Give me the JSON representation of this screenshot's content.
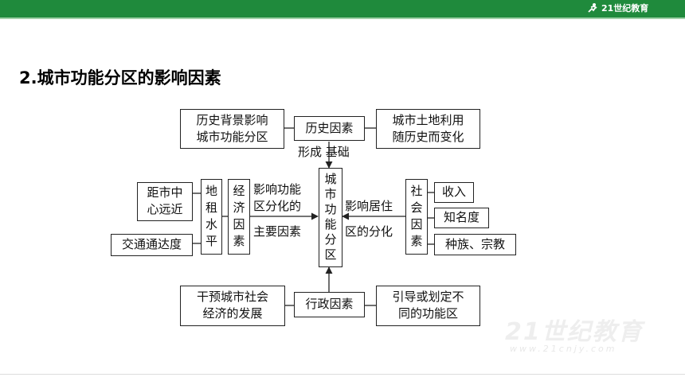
{
  "header": {
    "logo_text": "21世纪教育",
    "accent_color": "#1f8a3c"
  },
  "title": "2.城市功能分区的影响因素",
  "watermark": {
    "text": "21世纪教育",
    "url": "www.21cnjy.com"
  },
  "diagram": {
    "center": [
      "城",
      "市",
      "功",
      "能",
      "分",
      "区"
    ],
    "history": {
      "factor": "历史因素",
      "left": [
        "历史背景影响",
        "城市功能分区"
      ],
      "right": [
        "城市土地利用",
        "随历史而变化"
      ],
      "edge_label": "形成 基础"
    },
    "economy": {
      "factor": [
        "经",
        "济",
        "因",
        "素"
      ],
      "rent": [
        "地",
        "租",
        "水",
        "平"
      ],
      "distance": [
        "距市中",
        "心远近"
      ],
      "traffic": "交通通达度",
      "edge_label": [
        "影响功能",
        "区分化的",
        "主要因素"
      ]
    },
    "social": {
      "factor": [
        "社",
        "会",
        "因",
        "素"
      ],
      "items": [
        "收入",
        "知名度",
        "种族、宗教"
      ],
      "edge_label": [
        "影响居住",
        "区的分化"
      ]
    },
    "admin": {
      "factor": "行政因素",
      "left": [
        "干预城市社会",
        "经济的发展"
      ],
      "right": [
        "引导或划定不",
        "同的功能区"
      ]
    }
  }
}
